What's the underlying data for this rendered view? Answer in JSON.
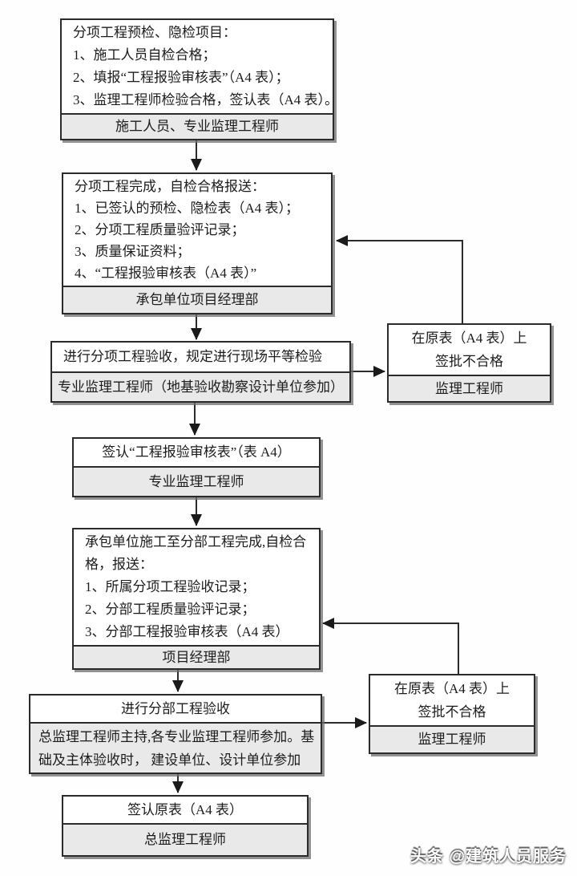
{
  "colors": {
    "border": "#2b2b2b",
    "footer_bg": "#e9e9e9",
    "shadow": "#6e6e6e",
    "text": "#1c1c1c",
    "background": "#fefefe"
  },
  "boxes": {
    "step1": {
      "lines": [
        "分项工程预检、隐检项目：",
        "1、施工人员自检合格；",
        "2、填报“工程报验审核表”（A4 表）；",
        "3、监理工程师检验合格，签认表（A4 表）。"
      ],
      "footer": "施工人员、专业监理工程师"
    },
    "step2": {
      "lines": [
        "分项工程完成，自检合格报送：",
        "1、已签认的预检、隐检表（A4 表）；",
        "2、分项工程质量验评记录；",
        "3、质量保证资料；",
        "4、“工程报验审核表（A4 表）”"
      ],
      "footer": "承包单位项目经理部"
    },
    "step3": {
      "title": "进行分项工程验收，规定进行现场平等检验",
      "footer": "专业监理工程师（地基验收勘察设计单位参加）"
    },
    "step4": {
      "title": "签认“工程报验审核表”（表 A4）",
      "footer": "专业监理工程师"
    },
    "step5": {
      "lines": [
        "承包单位施工至分部工程完成,自检合",
        "格，报送：",
        "1、所属分项工程验收记录；",
        "2、分部工程质量验评记录；",
        "3、分部工程报验审核表（A4 表）"
      ],
      "footer": "项目经理部"
    },
    "step6": {
      "title": "进行分部工程验收",
      "footer_lines": [
        "总监理工程师主持,各专业监理工程师参加。基",
        "础及主体验收时， 建设单位、设计单位参加"
      ]
    },
    "step7": {
      "title": "签认原表（A4 表）",
      "footer": "总监理工程师"
    },
    "reject1": {
      "lines": [
        "在原表（A4 表）上",
        "签批不合格"
      ],
      "footer": "监理工程师"
    },
    "reject2": {
      "lines": [
        "在原表（A4 表）上",
        "签批不合格"
      ],
      "footer": "监理工程师"
    }
  },
  "watermark": {
    "text": "头条 @建筑人员服务"
  }
}
